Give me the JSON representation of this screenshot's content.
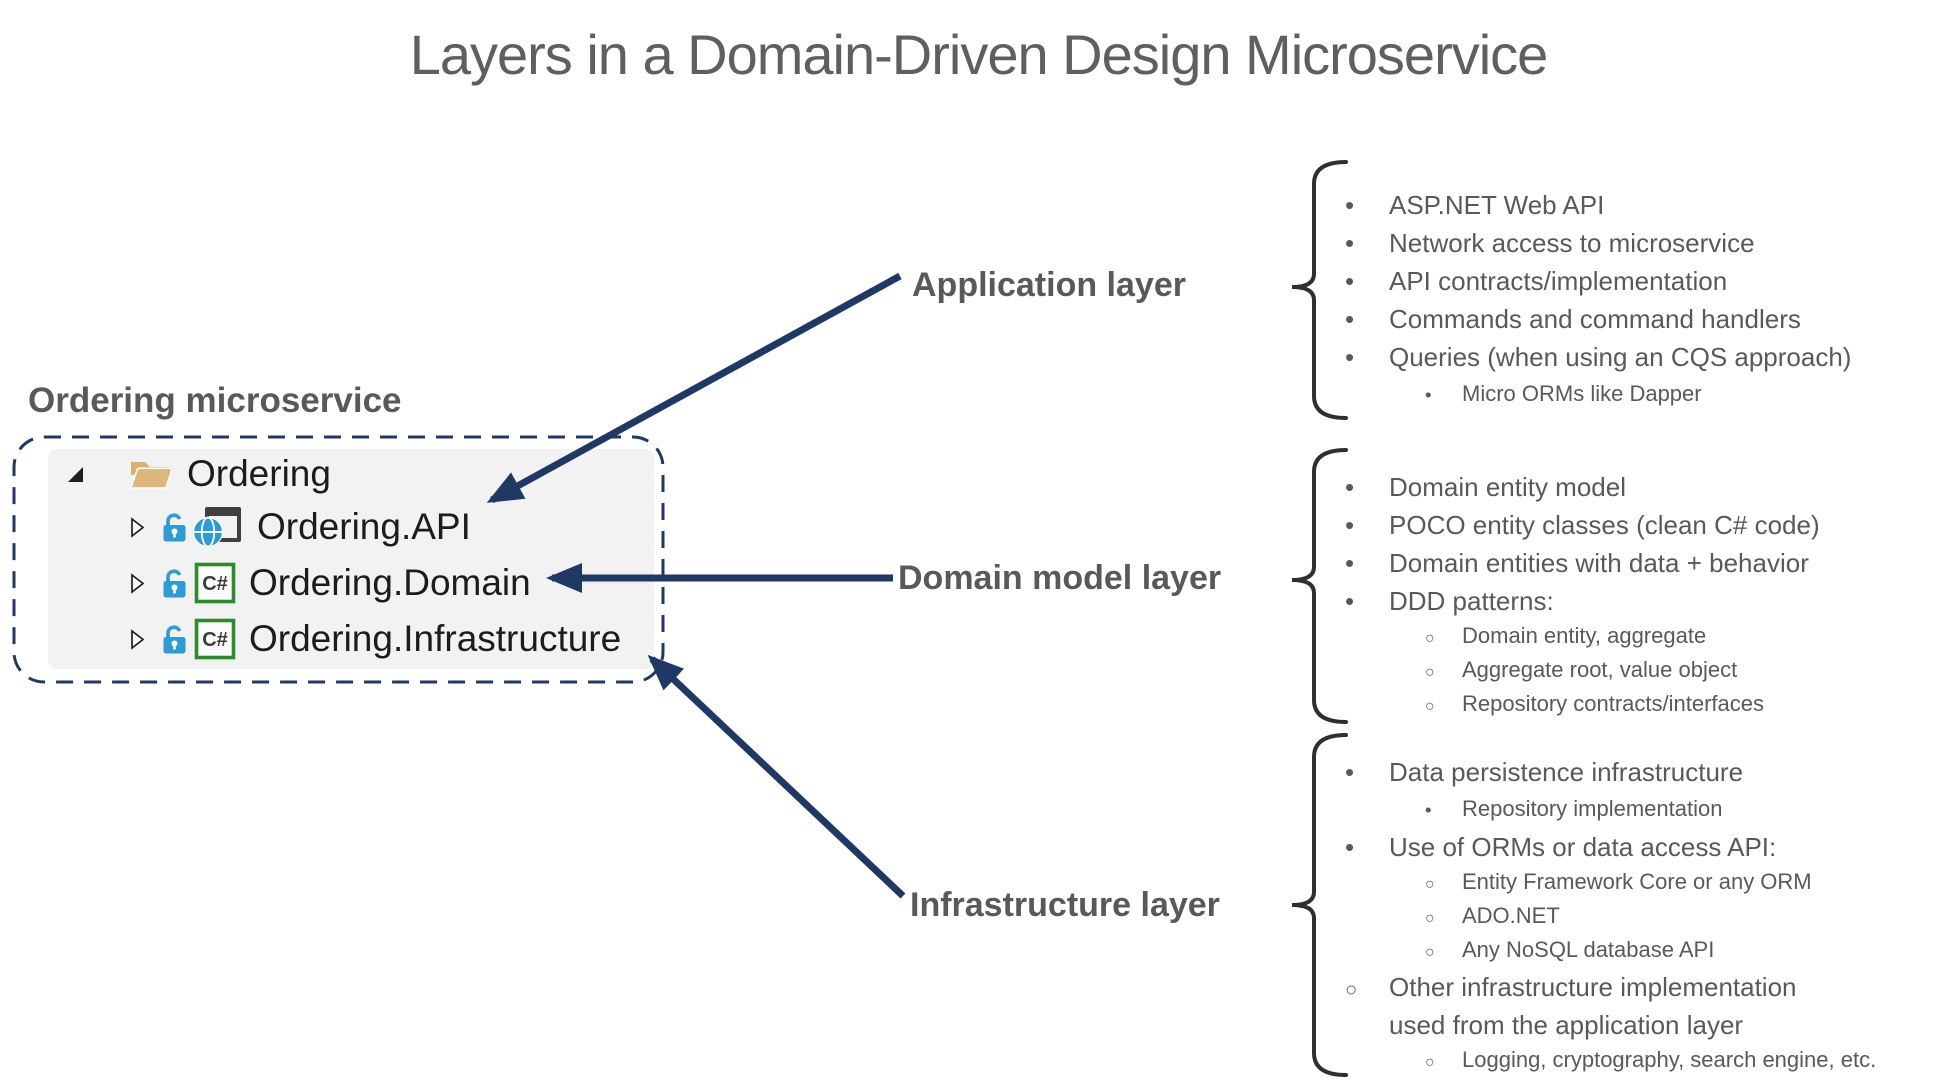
{
  "title": "Layers in a Domain-Driven Design Microservice",
  "solution": {
    "heading": "Ordering microservice",
    "root_label": "Ordering",
    "csharp_glyph": "C#",
    "projects": [
      {
        "label": "Ordering.API",
        "icon": "web-app-icon"
      },
      {
        "label": "Ordering.Domain",
        "icon": "csharp-project-icon"
      },
      {
        "label": "Ordering.Infrastructure",
        "icon": "csharp-project-icon"
      }
    ]
  },
  "layers": [
    {
      "label": "Application layer",
      "items": [
        {
          "text": "ASP.NET Web API"
        },
        {
          "text": "Network access to microservice"
        },
        {
          "text": "API contracts/implementation"
        },
        {
          "text": "Commands and command handlers"
        },
        {
          "text": "Queries (when using an CQS approach)"
        },
        {
          "text": "Micro ORMs like Dapper"
        }
      ]
    },
    {
      "label": "Domain model layer",
      "items": [
        {
          "text": "Domain entity model"
        },
        {
          "text": "POCO entity classes (clean C# code)"
        },
        {
          "text": "Domain entities with data + behavior"
        },
        {
          "text": "DDD patterns:"
        },
        {
          "text": "Domain entity, aggregate"
        },
        {
          "text": "Aggregate root, value object"
        },
        {
          "text": "Repository contracts/interfaces"
        }
      ]
    },
    {
      "label": "Infrastructure layer",
      "items": [
        {
          "text": "Data persistence infrastructure"
        },
        {
          "text": "Repository implementation"
        },
        {
          "text": "Use of ORMs or data access API:"
        },
        {
          "text": "Entity Framework Core or any ORM"
        },
        {
          "text": "ADO.NET"
        },
        {
          "text": "Any NoSQL database API"
        },
        {
          "text": "Other infrastructure implementation used from the application layer"
        },
        {
          "text": "Logging, cryptography, search engine, etc."
        }
      ]
    }
  ],
  "colors": {
    "accent_navy": "#1f3864",
    "label_gray": "#595959",
    "tree_text": "#1c1c1c",
    "panel_bg": "#f2f2f2",
    "lock_blue": "#2e9bd5",
    "globe_blue": "#2e9bd5",
    "folder_tan": "#dcb67a",
    "csharp_green": "#2f8a2f",
    "brace_dark": "#2f2f2f"
  }
}
